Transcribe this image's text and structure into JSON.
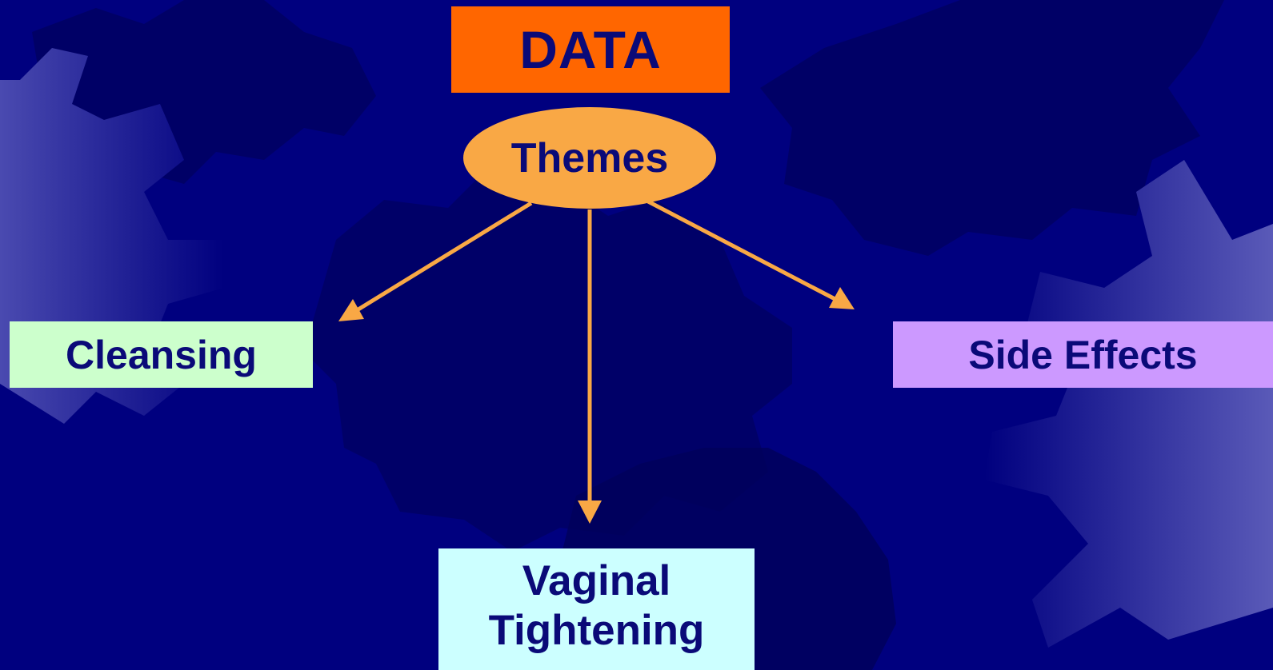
{
  "diagram": {
    "title": "DATA",
    "center": "Themes",
    "nodes": {
      "cleansing": "Cleansing",
      "side_effects": "Side Effects",
      "vaginal_tightening": "Vaginal Tightening"
    },
    "edges": [
      {
        "from": "Themes",
        "to": "Cleansing"
      },
      {
        "from": "Themes",
        "to": "Vaginal Tightening"
      },
      {
        "from": "Themes",
        "to": "Side Effects"
      }
    ]
  },
  "colors": {
    "background": "#00007f",
    "title_fill": "#ff6600",
    "theme_fill": "#f9a845",
    "cleansing_fill": "#ccffcc",
    "side_effects_fill": "#cc99ff",
    "vaginal_fill": "#ccffff",
    "arrow": "#f9a845",
    "text": "#0a0a78"
  }
}
